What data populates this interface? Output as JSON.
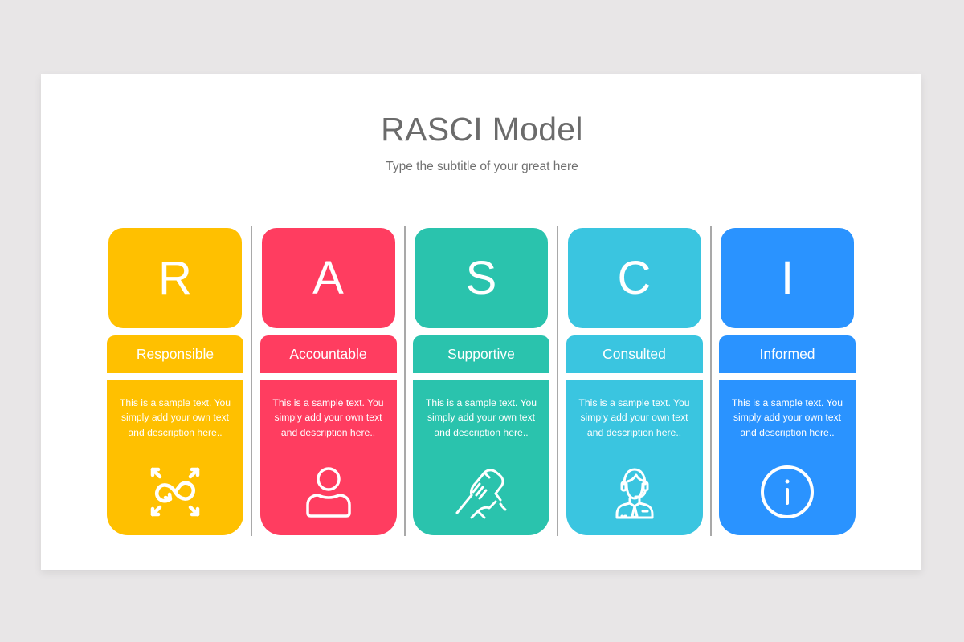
{
  "slide": {
    "title": "RASCI Model",
    "subtitle": "Type the subtitle of your great here"
  },
  "columns": [
    {
      "letter": "R",
      "label": "Responsible",
      "description": "This is a sample text. You simply add your own text and description here..",
      "icon": "infinity-arrows-icon",
      "color": "#ffc000"
    },
    {
      "letter": "A",
      "label": "Accountable",
      "description": "This is a sample text. You simply add your own text and description here..",
      "icon": "user-icon",
      "color": "#ff3d60"
    },
    {
      "letter": "S",
      "label": "Supportive",
      "description": "This is a sample text. You simply add your own text and description here..",
      "icon": "handshake-icon",
      "color": "#2ac3ad"
    },
    {
      "letter": "C",
      "label": "Consulted",
      "description": "This is a sample text. You simply add your own text and description here..",
      "icon": "headset-agent-icon",
      "color": "#3ac5e0"
    },
    {
      "letter": "I",
      "label": "Informed",
      "description": "This is a sample text. You simply add your own text and description here..",
      "icon": "info-icon",
      "color": "#2a93ff"
    }
  ]
}
